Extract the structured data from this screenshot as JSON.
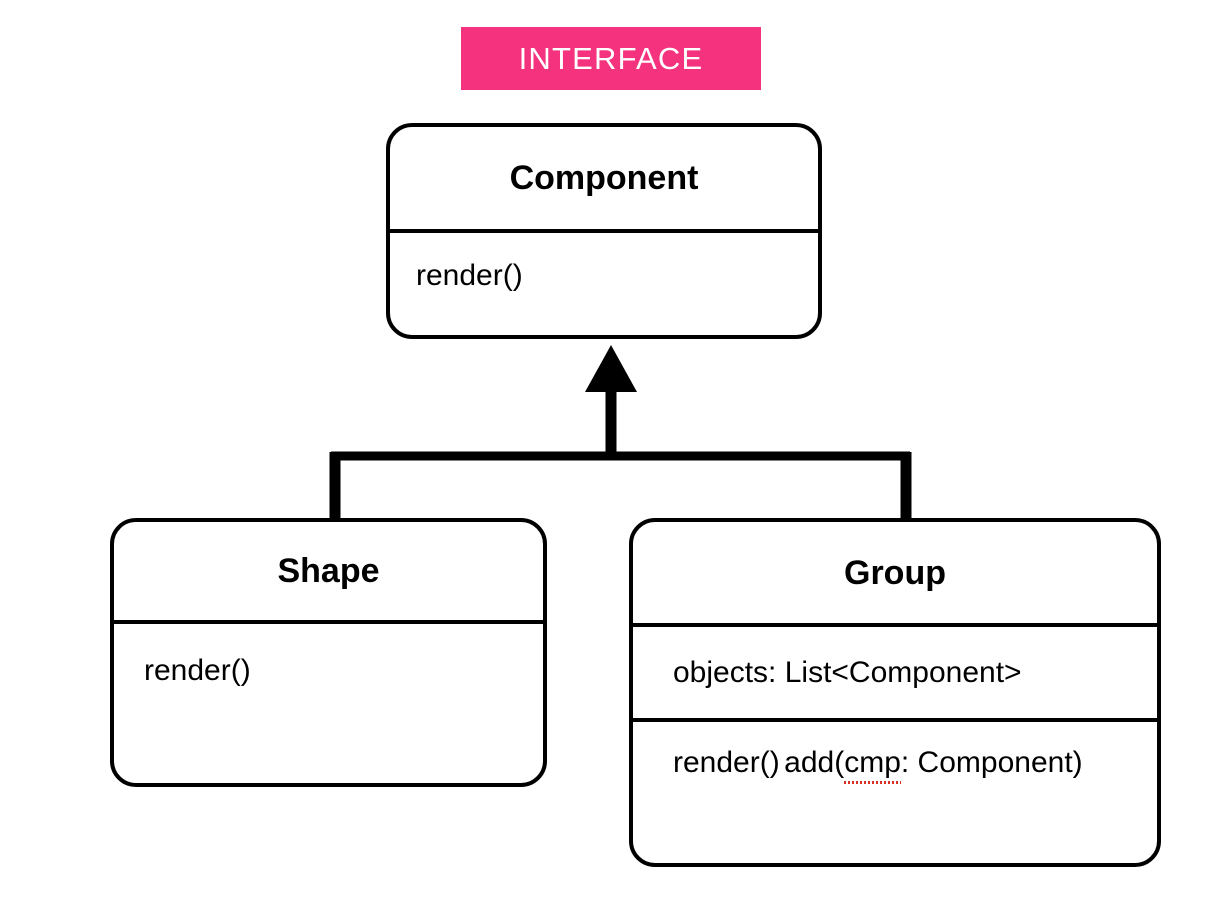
{
  "diagram": {
    "title": "Composite pattern UML class diagram",
    "background": "#ffffff",
    "line_color": "#000000"
  },
  "stereotype_badge": {
    "label": "INTERFACE",
    "background": "#F4327D",
    "text_color": "#FFFFFF"
  },
  "classes": [
    {
      "id": "component",
      "name": "Component",
      "stereotype": "INTERFACE",
      "attributes": [],
      "methods": [
        "render()"
      ]
    },
    {
      "id": "shape",
      "name": "Shape",
      "stereotype": "",
      "attributes": [],
      "methods": [
        "render()"
      ]
    },
    {
      "id": "group",
      "name": "Group",
      "stereotype": "",
      "attributes": [
        "objects: List<Component>"
      ],
      "methods": [
        "render()",
        "add(cmp: Component)"
      ],
      "method_parts": {
        "add_prefix": "add(",
        "add_misspelled": "cmp",
        "add_suffix": ": Component)"
      }
    }
  ],
  "relationships": [
    {
      "type": "generalization",
      "from": "shape",
      "to": "component",
      "arrow": "solid-filled-triangle"
    },
    {
      "type": "generalization",
      "from": "group",
      "to": "component",
      "arrow": "solid-filled-triangle"
    }
  ]
}
